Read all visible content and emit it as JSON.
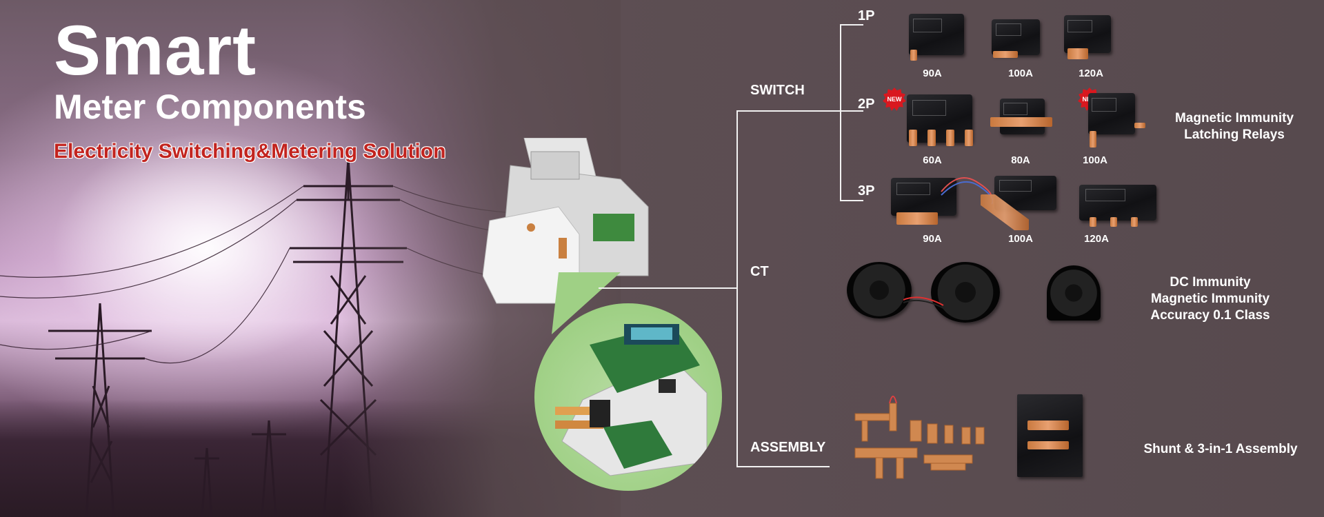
{
  "header": {
    "title_line1": "Smart",
    "title_line2": "Meter Components",
    "subtitle": "Electricity Switching&Metering Solution"
  },
  "categories": {
    "switch": "SWITCH",
    "ct": "CT",
    "assembly": "ASSEMBLY"
  },
  "switch": {
    "rows": [
      {
        "pole": "1P",
        "products": [
          {
            "amp": "90A",
            "new": false
          },
          {
            "amp": "100A",
            "new": false
          },
          {
            "amp": "120A",
            "new": false
          }
        ]
      },
      {
        "pole": "2P",
        "products": [
          {
            "amp": "60A",
            "new": true
          },
          {
            "amp": "80A",
            "new": false
          },
          {
            "amp": "100A",
            "new": true
          }
        ]
      },
      {
        "pole": "3P",
        "products": [
          {
            "amp": "90A",
            "new": false
          },
          {
            "amp": "100A",
            "new": false
          },
          {
            "amp": "120A",
            "new": false
          }
        ]
      }
    ],
    "description_line1": "Magnetic Immunity",
    "description_line2": "Latching Relays"
  },
  "ct": {
    "description_line1": "DC Immunity",
    "description_line2": "Magnetic Immunity",
    "description_line3": "Accuracy 0.1 Class"
  },
  "assembly": {
    "description": "Shunt & 3-in-1 Assembly"
  },
  "badge": {
    "new_label": "NEW"
  },
  "colors": {
    "background": "#5a4b4f",
    "subtitle_red": "#c2241f",
    "new_badge": "#d9181f",
    "zoom_green": "#9fd085"
  }
}
